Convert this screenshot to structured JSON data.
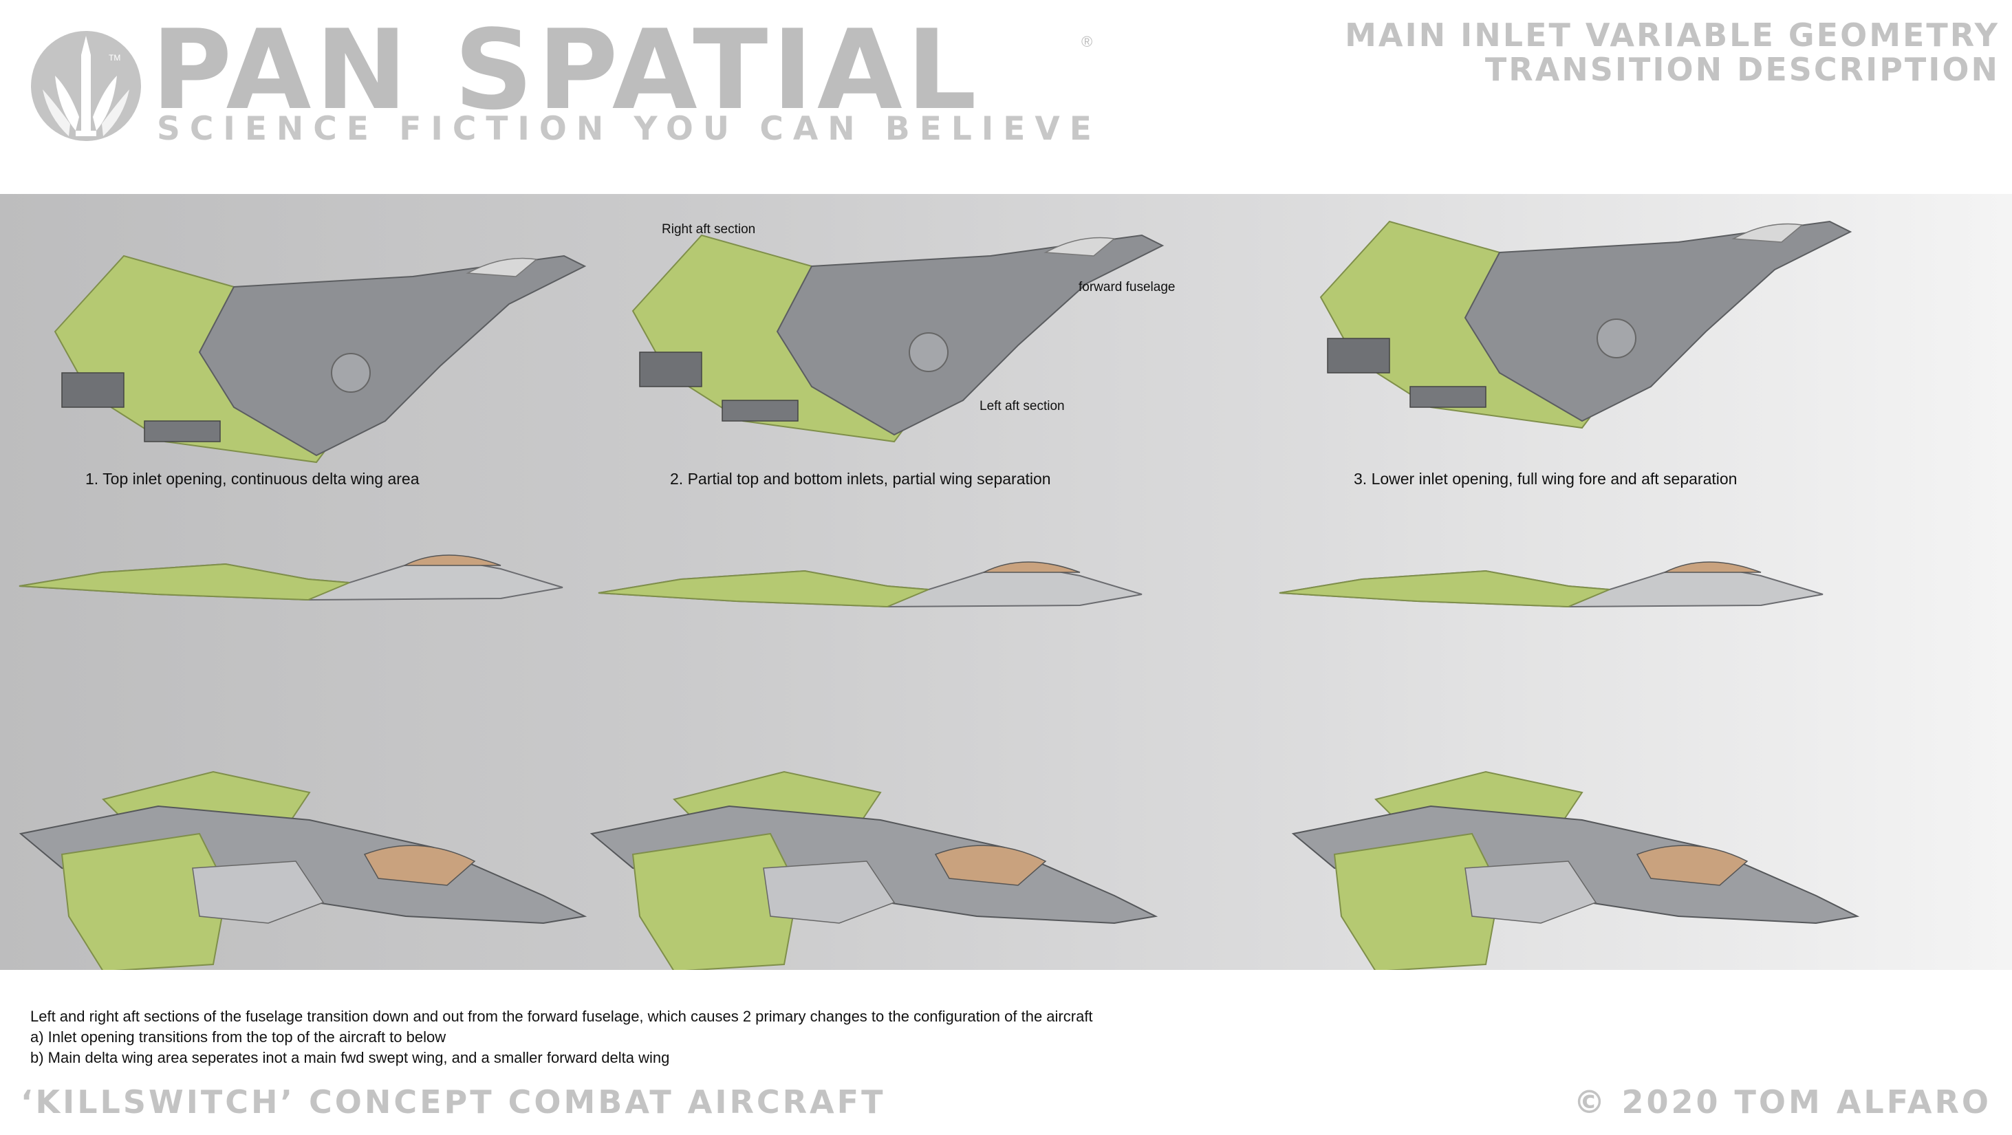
{
  "header": {
    "brand": "PAN SPATIAL",
    "registered_mark": "®",
    "tagline": "SCIENCE FICTION YOU CAN BELIEVE",
    "title_line1": "MAIN INLET VARIABLE GEOMETRY",
    "title_line2": "TRANSITION DESCRIPTION",
    "logo_mark": "TM"
  },
  "stages": [
    {
      "caption": "1. Top inlet opening,  continuous delta wing area"
    },
    {
      "caption": "2. Partial top and bottom inlets, partial wing separation"
    },
    {
      "caption": "3. Lower inlet opening, full wing fore and aft separation"
    }
  ],
  "callouts": {
    "right_aft": "Right aft section",
    "forward_fuselage": "forward fuselage",
    "left_aft": "Left aft section"
  },
  "description": [
    "Left and right aft sections of the fuselage transition down and out from the forward fuselage, which causes 2 primary changes to the configuration of the aircraft",
    "a) Inlet opening transitions from the top of the aircraft to below",
    "b) Main delta wing area seperates inot a main fwd swept wing, and a smaller forward delta wing"
  ],
  "footer": {
    "project": "‘KILLSWITCH’ CONCEPT COMBAT AIRCRAFT",
    "copyright": "© 2020 TOM ALFARO"
  },
  "colors": {
    "aft_section_green": "#b5c972",
    "forward_fuselage_gray": "#8e9094",
    "canopy": "#c9a27e",
    "header_gray": "#bdbdbd"
  },
  "views": [
    "underside",
    "side",
    "top-oblique"
  ]
}
